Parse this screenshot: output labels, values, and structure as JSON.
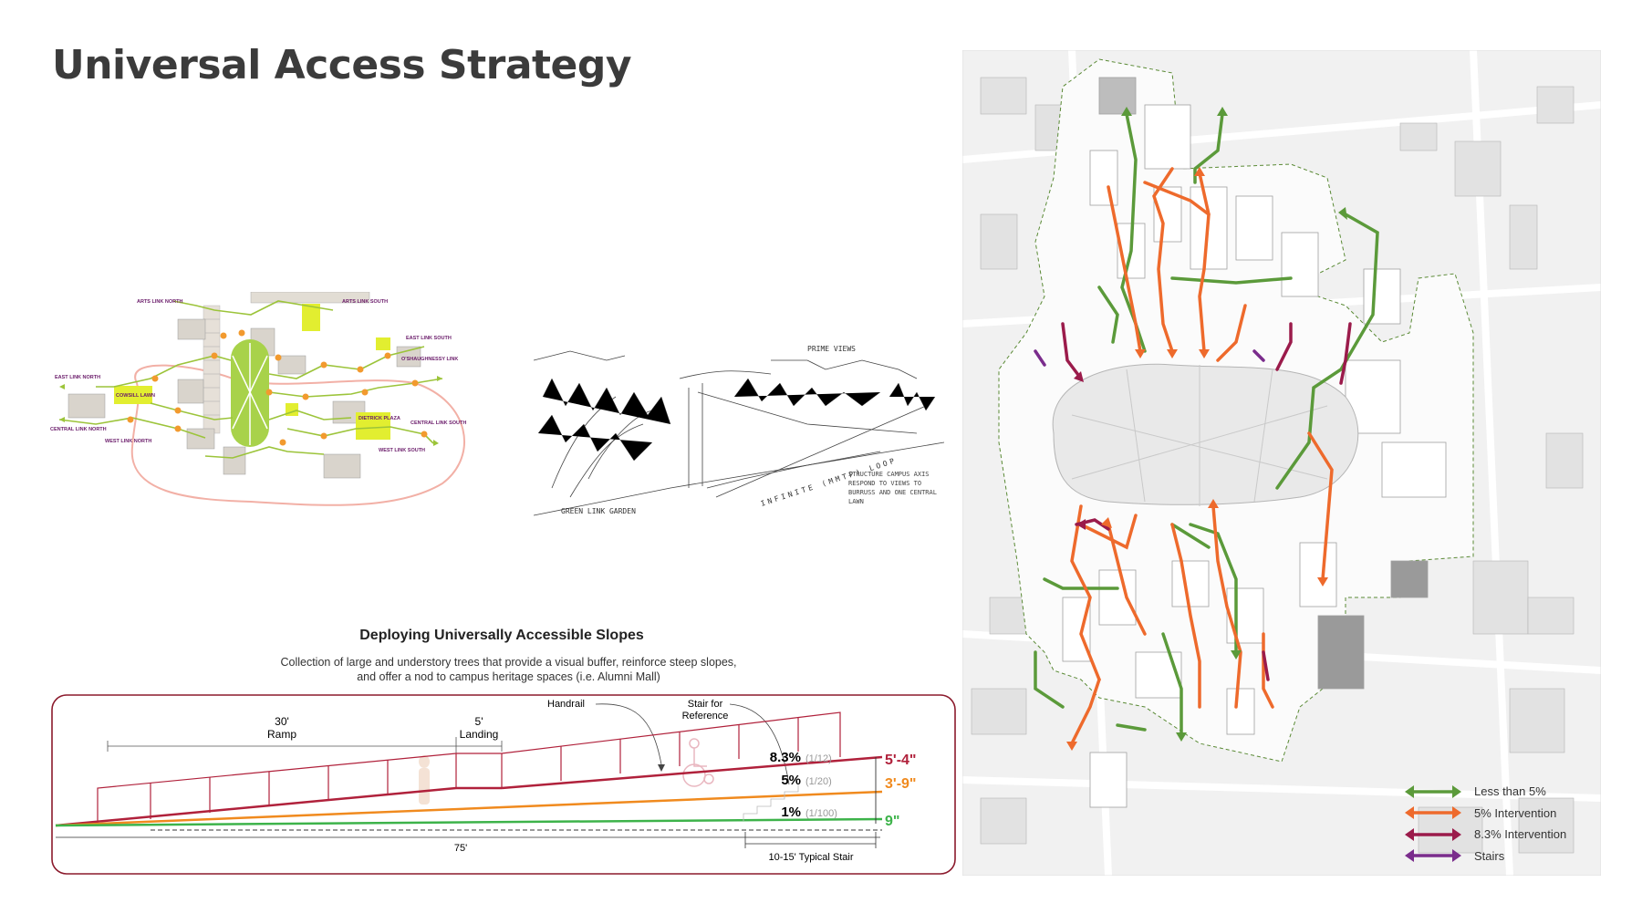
{
  "title": "Universal Access Strategy",
  "concept_diagram": {
    "labels": {
      "arts_north": "ARTS LINK NORTH",
      "arts_south": "ARTS LINK SOUTH",
      "east_south": "EAST LINK SOUTH",
      "oshaughnessy": "O'SHAUGHNESSY LINK",
      "east_north": "EAST LINK NORTH",
      "cowsill": "COWSILL LAWN",
      "central_north": "CENTRAL LINK NORTH",
      "west_north": "WEST LINK NORTH",
      "dietrick": "DIETRICK PLAZA",
      "central_south": "CENTRAL LINK SOUTH",
      "west_south": "WEST LINK SOUTH"
    }
  },
  "sketch": {
    "labels": {
      "green_link": "GREEN LINK GARDEN",
      "infinite_loop": "INFINITE (MMTP) LOOP",
      "note": "STRUCTURE CAMPUS AXIS RESPOND TO VIEWS TO BURRUSS AND ONE CENTRAL LAWN",
      "prime": "PRIME VIEWS"
    }
  },
  "slopes_section": {
    "title": "Deploying Universally Accessible Slopes",
    "description": "Collection of large and understory trees that provide a visual buffer, reinforce steep slopes, and offer a nod to campus heritage spaces (i.e. Alumni Mall)"
  },
  "slope_diagram": {
    "ramp_len": "30'",
    "ramp_label": "Ramp",
    "landing_len": "5'",
    "landing_label": "Landing",
    "handrail_label": "Handrail",
    "stair_ref_line1": "Stair for",
    "stair_ref_line2": "Reference",
    "total_len": "75'",
    "stair_len": "10-15' Typical Stair",
    "slopes": [
      {
        "pct": "8.3%",
        "ratio": "(1/12)",
        "rise": "5'-4\"",
        "color": "#b0213b"
      },
      {
        "pct": "5%",
        "ratio": "(1/20)",
        "rise": "3'-9\"",
        "color": "#f08a1e"
      },
      {
        "pct": "1%",
        "ratio": "(1/100)",
        "rise": "9\"",
        "color": "#3db34a"
      }
    ]
  },
  "map": {
    "colors": {
      "green": "#5b9a3a",
      "orange": "#ee6a2c",
      "maroon": "#9b1b4b",
      "purple": "#7a2c8c"
    },
    "legend": [
      {
        "label": "Less than 5%",
        "color": "#5b9a3a",
        "icon": "double-arrow-icon"
      },
      {
        "label": "5% Intervention",
        "color": "#ee6a2c",
        "icon": "double-arrow-icon"
      },
      {
        "label": "8.3% Intervention",
        "color": "#9b1b4b",
        "icon": "double-arrow-icon"
      },
      {
        "label": "Stairs",
        "color": "#7a2c8c",
        "icon": "double-arrow-icon"
      }
    ]
  }
}
